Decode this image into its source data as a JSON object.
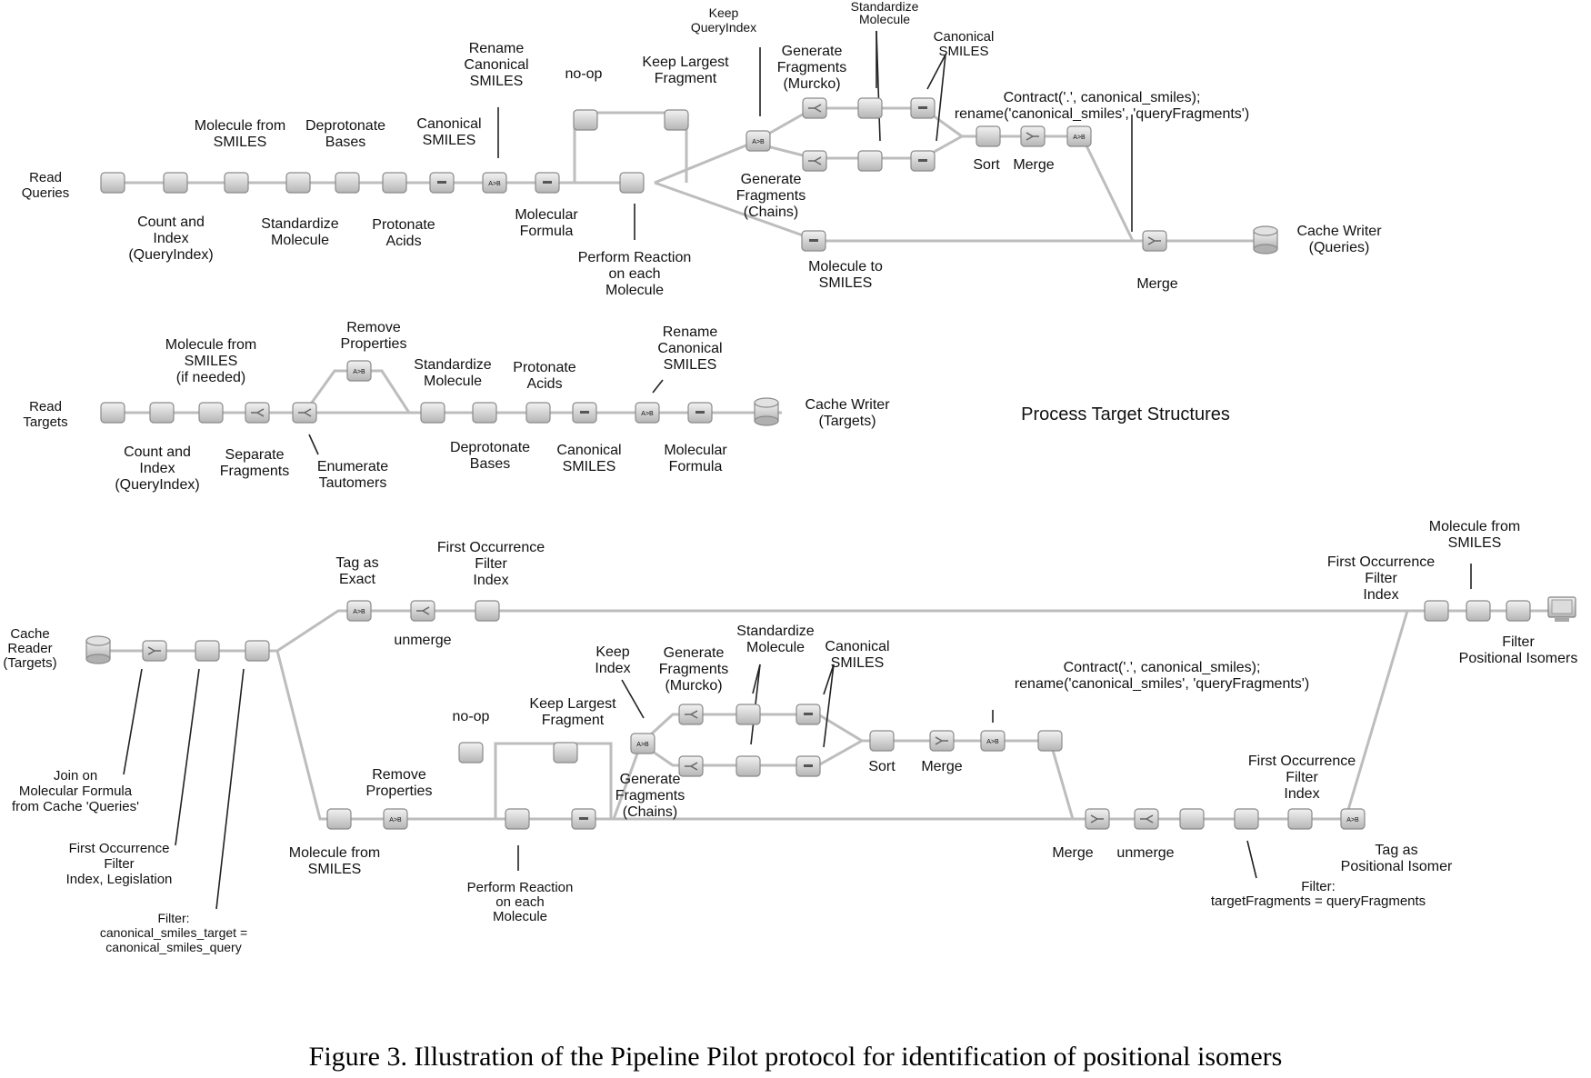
{
  "caption": "Figure 3.  Illustration of the Pipeline Pilot protocol for identification of positional isomers",
  "section_title": "Process Target Structures",
  "labels": {
    "read_queries": [
      "Read",
      "Queries"
    ],
    "count_index_q": [
      "Count and",
      "Index",
      "(QueryIndex)"
    ],
    "molecule_from_smiles_q": [
      "Molecule from",
      "SMILES"
    ],
    "standardize_q": [
      "Standardize",
      "Molecule"
    ],
    "deprotonate_q": [
      "Deprotonate",
      "Bases"
    ],
    "protonate_q": [
      "Protonate",
      "Acids"
    ],
    "canonical_smiles_q": [
      "Canonical",
      "SMILES"
    ],
    "rename_canonical_q": [
      "Rename",
      "Canonical",
      "SMILES"
    ],
    "molecular_formula_q": [
      "Molecular",
      "Formula"
    ],
    "noop_q": [
      "no-op"
    ],
    "keep_largest_q": [
      "Keep Largest",
      "Fragment"
    ],
    "perform_reaction_q": [
      "Perform Reaction",
      "on each",
      "Molecule"
    ],
    "keep_queryindex": [
      "Keep",
      "QueryIndex"
    ],
    "gen_frag_murcko_q": [
      "Generate",
      "Fragments",
      "(Murcko)"
    ],
    "gen_frag_chains_q": [
      "Generate",
      "Fragments",
      "(Chains)"
    ],
    "standardize_frag_q": [
      "Standardize",
      "Molecule"
    ],
    "canonical_frag_q": [
      "Canonical",
      "SMILES"
    ],
    "sort_q": [
      "Sort"
    ],
    "merge_q1": [
      "Merge"
    ],
    "contract_q": [
      "Contract('.', canonical_smiles);",
      "rename('canonical_smiles', 'queryFragments')"
    ],
    "molecule_to_smiles_q": [
      "Molecule to",
      "SMILES"
    ],
    "merge_q2": [
      "Merge"
    ],
    "cache_writer_q": [
      "Cache Writer",
      "(Queries)"
    ],
    "read_targets": [
      "Read",
      "Targets"
    ],
    "count_index_t": [
      "Count and",
      "Index",
      "(QueryIndex)"
    ],
    "molecule_from_smiles_t": [
      "Molecule from",
      "SMILES",
      "(if needed)"
    ],
    "separate_fragments_t": [
      "Separate",
      "Fragments"
    ],
    "enumerate_tautomers_t": [
      "Enumerate",
      "Tautomers"
    ],
    "remove_properties_t": [
      "Remove",
      "Properties"
    ],
    "standardize_t": [
      "Standardize",
      "Molecule"
    ],
    "deprotonate_t": [
      "Deprotonate",
      "Bases"
    ],
    "protonate_t": [
      "Protonate",
      "Acids"
    ],
    "canonical_smiles_t": [
      "Canonical",
      "SMILES"
    ],
    "rename_canonical_t": [
      "Rename",
      "Canonical",
      "SMILES"
    ],
    "molecular_formula_t": [
      "Molecular",
      "Formula"
    ],
    "cache_writer_t": [
      "Cache Writer",
      "(Targets)"
    ],
    "cache_reader": [
      "Cache",
      "Reader",
      "(Targets)"
    ],
    "tag_exact": [
      "Tag as",
      "Exact"
    ],
    "unmerge_1": [
      "unmerge"
    ],
    "first_occ_1": [
      "First Occurrence",
      "Filter",
      "Index"
    ],
    "join_formula": [
      "Join on",
      "Molecular Formula",
      "from Cache 'Queries'"
    ],
    "first_occ_legislation": [
      "First Occurrence",
      "Filter",
      "Index, Legislation"
    ],
    "filter_canonical": [
      "Filter:",
      "canonical_smiles_target =",
      "canonical_smiles_query"
    ],
    "molecule_from_smiles_b": [
      "Molecule from",
      "SMILES"
    ],
    "remove_properties_b": [
      "Remove",
      "Properties"
    ],
    "noop_b": [
      "no-op"
    ],
    "keep_largest_b": [
      "Keep Largest",
      "Fragment"
    ],
    "perform_reaction_b": [
      "Perform Reaction",
      "on each",
      "Molecule"
    ],
    "keep_index_b": [
      "Keep",
      "Index"
    ],
    "gen_frag_murcko_b": [
      "Generate",
      "Fragments",
      "(Murcko)"
    ],
    "gen_frag_chains_b": [
      "Generate",
      "Fragments",
      "(Chains)"
    ],
    "standardize_frag_b": [
      "Standardize",
      "Molecule"
    ],
    "canonical_frag_b": [
      "Canonical",
      "SMILES"
    ],
    "sort_b": [
      "Sort"
    ],
    "merge_b1": [
      "Merge"
    ],
    "contract_b": [
      "Contract('.', canonical_smiles);",
      "rename('canonical_smiles', 'queryFragments')"
    ],
    "merge_b2": [
      "Merge"
    ],
    "unmerge_b": [
      "unmerge"
    ],
    "first_occ_b": [
      "First Occurrence",
      "Filter",
      "Index"
    ],
    "filter_fragments": [
      "Filter:",
      "targetFragments = queryFragments"
    ],
    "tag_positional": [
      "Tag as",
      "Positional Isomer"
    ],
    "first_occ_right": [
      "First Occurrence",
      "Filter",
      "Index"
    ],
    "molecule_from_smiles_right": [
      "Molecule from",
      "SMILES"
    ],
    "filter_positional": [
      "Filter",
      "Positional Isomers"
    ]
  },
  "glyphs": {
    "transform": "A>B"
  }
}
